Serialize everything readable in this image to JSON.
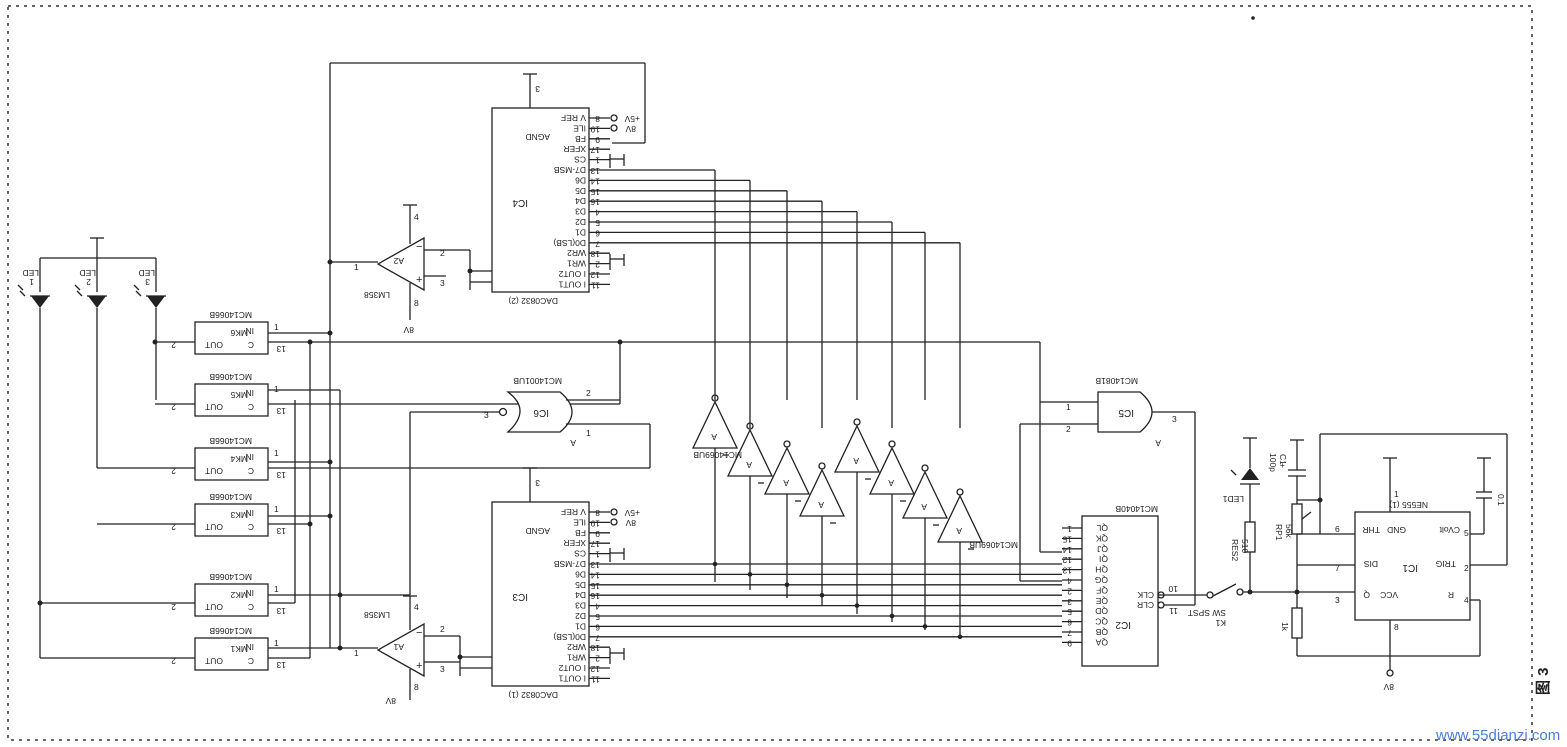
{
  "figure_label": "图 3",
  "watermark": "www.55dianzi.com",
  "ic": {
    "dac_top": {
      "ref": "IC4",
      "part": "DAC0832 (2)",
      "pins_left": [
        "V REF",
        "ILE",
        "FB",
        "XFER",
        "CS",
        "D7-MSB",
        "D6",
        "D5",
        "D4",
        "D3",
        "D2",
        "D1",
        "D0(LSB)",
        "WR2",
        "WR1",
        "I OUT2",
        "I OUT1"
      ],
      "pin_nums": [
        "8",
        "19",
        "9",
        "17",
        "1",
        "13",
        "14",
        "15",
        "16",
        "4",
        "5",
        "6",
        "7",
        "18",
        "2",
        "12",
        "11"
      ],
      "agnd": "AGND",
      "agnd_pin": "3"
    },
    "dac_bot": {
      "ref": "IC3",
      "part": "DAC0832 (1)",
      "pins_left": [
        "V REF",
        "ILE",
        "FB",
        "XFER",
        "CS",
        "D7-MSB",
        "D6",
        "D5",
        "D4",
        "D3",
        "D2",
        "D1",
        "D0(LSB)",
        "WR2",
        "WR1",
        "I OUT2",
        "I OUT1"
      ],
      "agnd": "AGND",
      "agnd_pin": "3"
    },
    "counter": {
      "ref": "IC2",
      "part": "MC14040B",
      "pins": [
        "QL",
        "QK",
        "QJ",
        "QI",
        "QH",
        "QG",
        "QF",
        "QE",
        "QD",
        "QC",
        "QB",
        "QA",
        "CLK",
        "CLR"
      ],
      "pin_nums": [
        "1",
        "15",
        "14",
        "12",
        "13",
        "4",
        "2",
        "3",
        "5",
        "6",
        "7",
        "9",
        "10",
        "11"
      ]
    },
    "timer": {
      "ref": "IC1",
      "part": "NE555 (1)",
      "pins": [
        "THR",
        "GND",
        "CVolt",
        "DIS",
        "TRIG",
        "Q",
        "VCC",
        "R"
      ],
      "pin_nums": [
        "6",
        "1",
        "5",
        "7",
        "2",
        "3",
        "8",
        "4"
      ]
    },
    "and_gate": {
      "ref": "IC5",
      "part": "MC14081B",
      "unit": "A",
      "pins": [
        "1",
        "2",
        "3"
      ]
    },
    "or_gate": {
      "ref": "IC6",
      "part": "MC14001UB",
      "unit": "A",
      "pins": [
        "1",
        "2",
        "3"
      ]
    },
    "opamp_top": {
      "ref": "A2",
      "part": "LM358",
      "pins": [
        "4",
        "8",
        "2",
        "3",
        "1"
      ]
    },
    "opamp_bot": {
      "ref": "A1",
      "part": "LM358",
      "pins": [
        "4",
        "8",
        "2",
        "3",
        "1"
      ]
    },
    "inverters": {
      "part": "MC14069UB",
      "unit": "A"
    },
    "switches": [
      {
        "ref": "MK6",
        "part": "MC14066B"
      },
      {
        "ref": "MK5",
        "part": "MC14066B"
      },
      {
        "ref": "MK4",
        "part": "MC14066B"
      },
      {
        "ref": "MK3",
        "part": "MC14066B"
      },
      {
        "ref": "MK2",
        "part": "MC14066B"
      },
      {
        "ref": "MK1",
        "part": "MC14066B"
      }
    ],
    "switch_pins": {
      "in": "IN",
      "out": "OUT",
      "ctrl": "C",
      "n1": "1",
      "n2": "2",
      "n13": "13"
    }
  },
  "leds": [
    {
      "label": "LED",
      "num": "1"
    },
    {
      "label": "LED",
      "num": "2"
    },
    {
      "label": "LED",
      "num": "3"
    }
  ],
  "passives": {
    "c1": {
      "ref": "C1",
      "value": "100p"
    },
    "c2": {
      "value": "0.1"
    },
    "rp1": {
      "ref": "RP1",
      "value": "56k"
    },
    "r510": {
      "ref": "RES2",
      "value": "510"
    },
    "r1k": {
      "value": "1k"
    },
    "led1": {
      "ref": "LED1"
    },
    "k1": {
      "ref": "K1",
      "part": "SW SPST"
    }
  },
  "supplies": {
    "v8": "8V",
    "v5": "+5V"
  }
}
